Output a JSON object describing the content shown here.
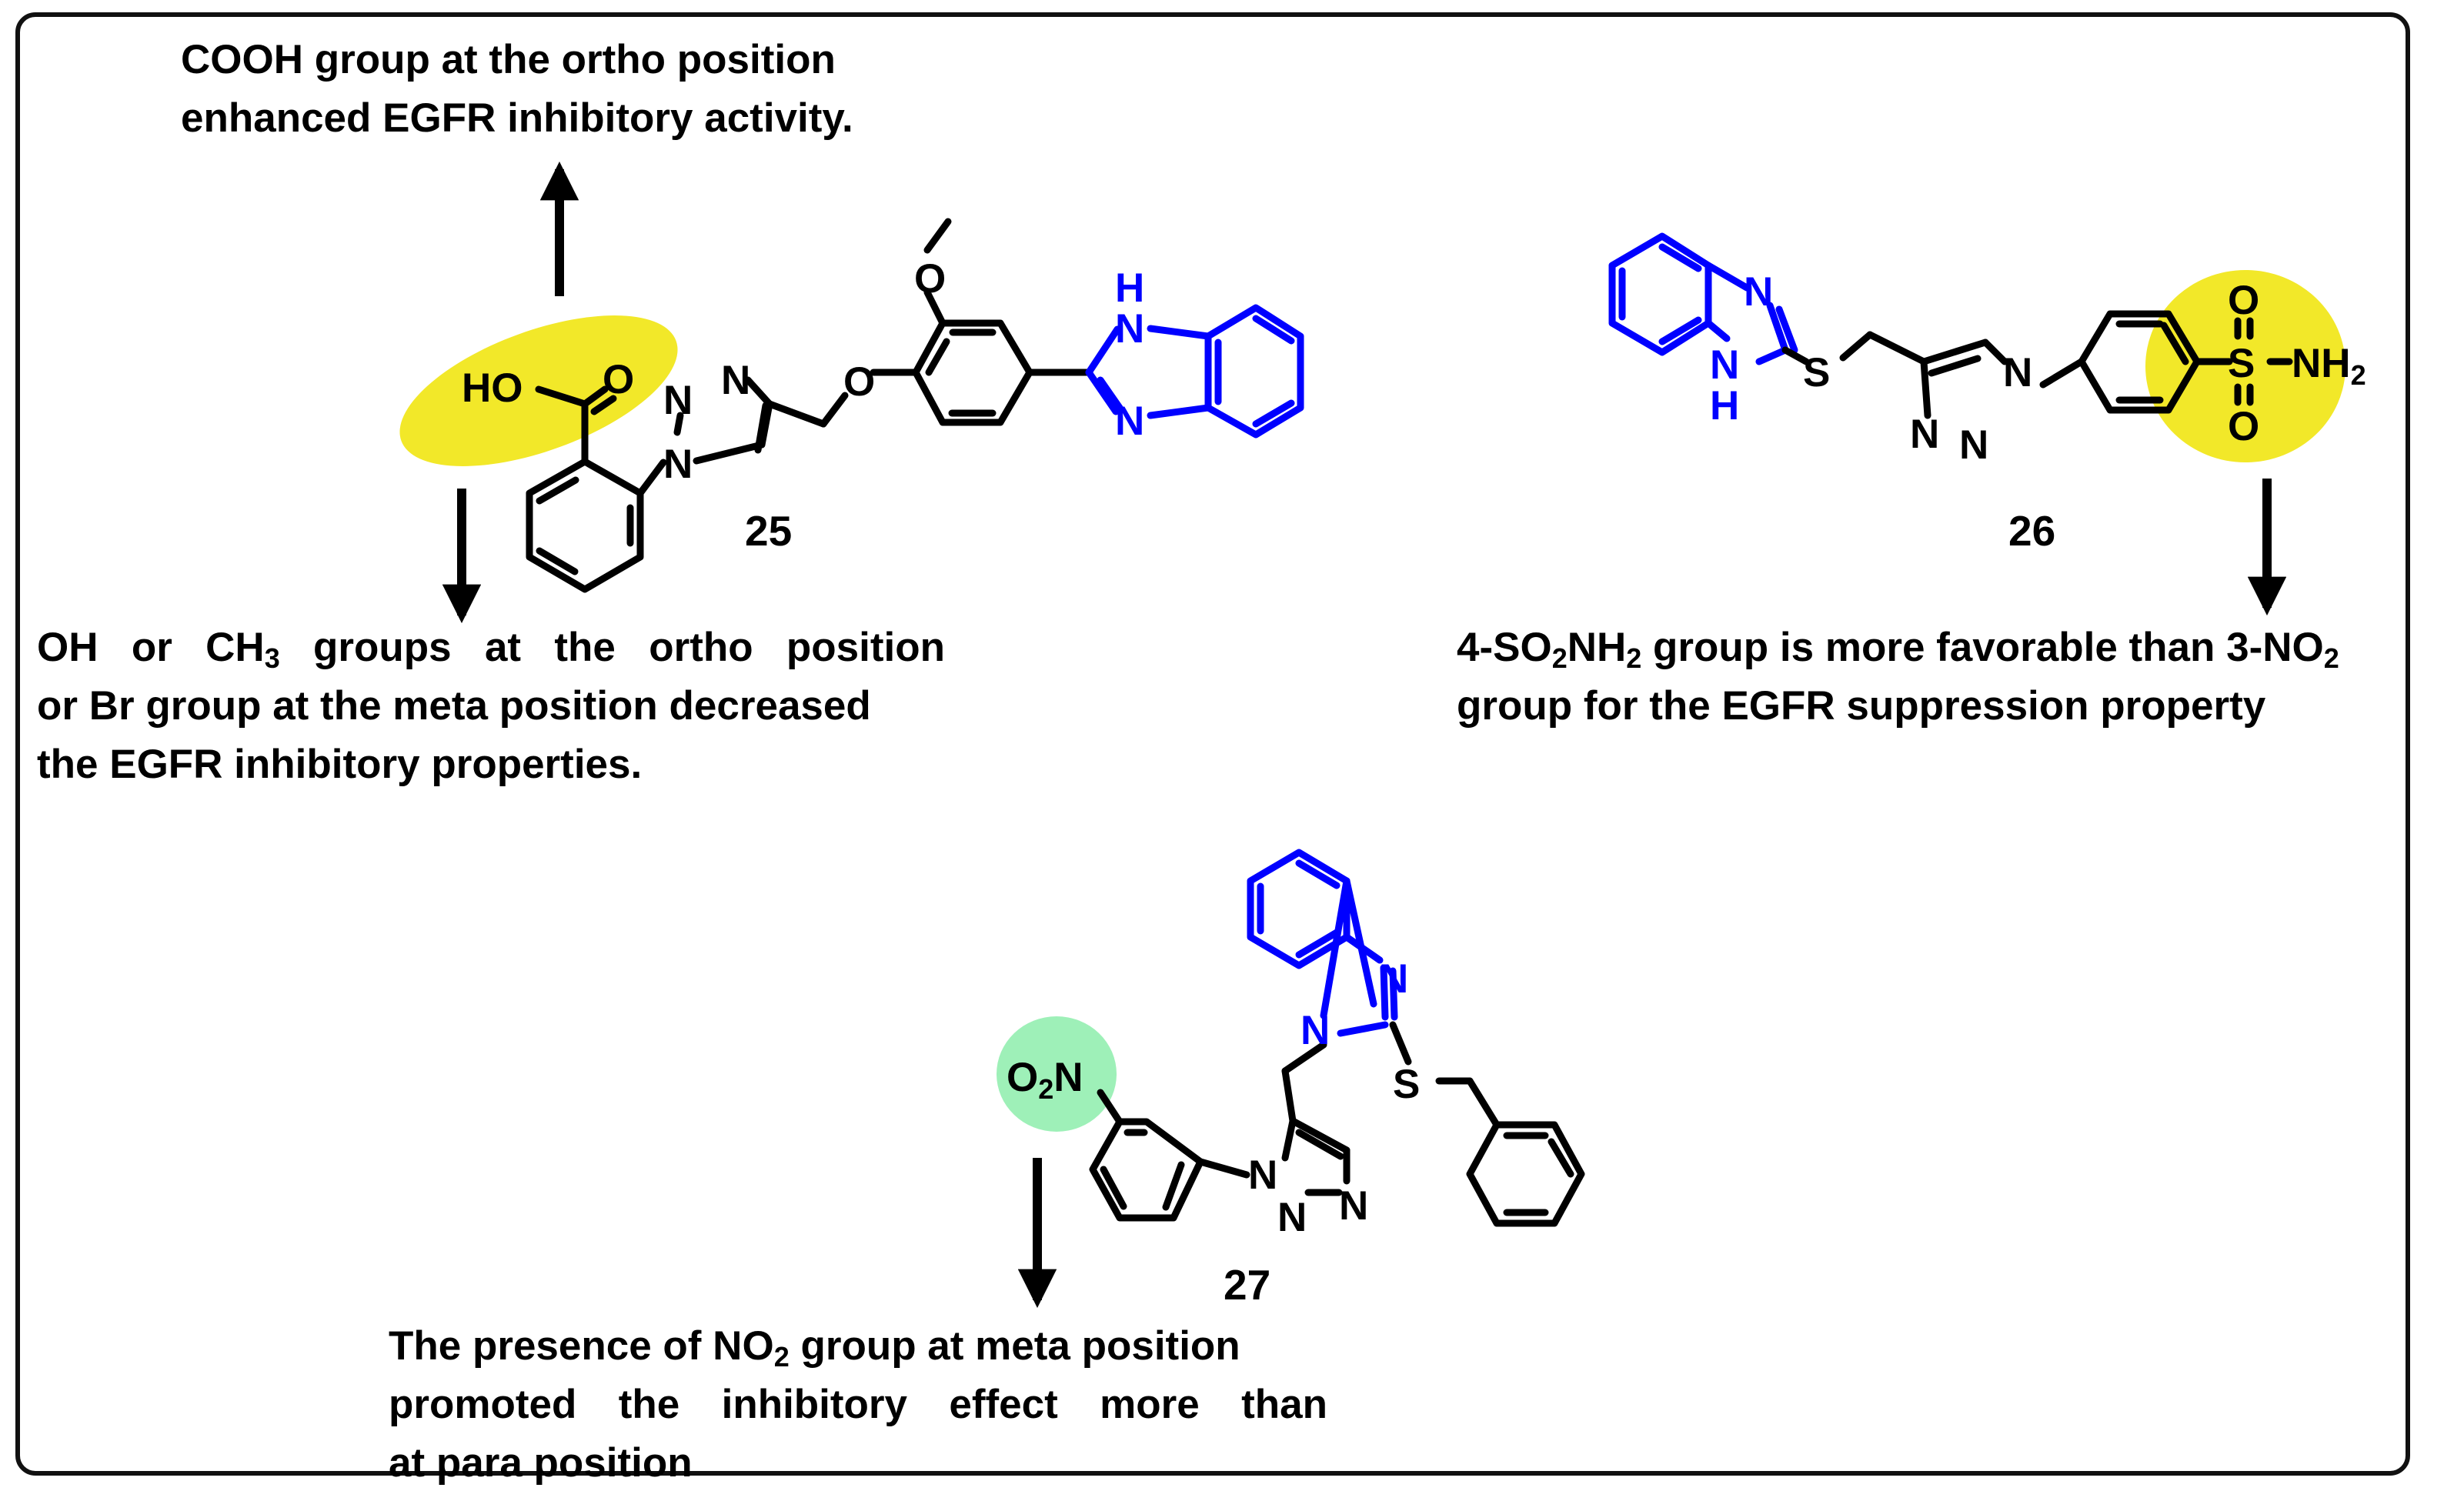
{
  "compounds": [
    {
      "id": "25"
    },
    {
      "id": "26"
    },
    {
      "id": "27"
    }
  ],
  "notes": {
    "cooh": {
      "line1": "COOH group at the ortho position",
      "line2": "enhanced EGFR inhibitory activity."
    },
    "oh": {
      "line1a": "OH or CH",
      "line1_sub": "3",
      "line1b": " groups at the ortho position",
      "line2": "or Br group at the meta position decreased",
      "line3": "the EGFR inhibitory properties."
    },
    "so2": {
      "line1a": "4-SO",
      "sub1": "2",
      "line1b": "NH",
      "sub2": "2",
      "line1c": " group is more favorable than 3-NO",
      "sub3": "2",
      "line2": "group for the EGFR suppression property"
    },
    "no2": {
      "line1a": "The presence of NO",
      "line1_sub": "2",
      "line1b": " group at meta position",
      "line2": "promoted the inhibitory effect more than",
      "line3": "at para position"
    }
  },
  "atom_labels": {
    "ho": "HO",
    "o": "O",
    "n": "N",
    "h": "H",
    "s": "S",
    "nh": "NH",
    "nh_sub": "2",
    "o2": "O",
    "o2_sub": "2"
  },
  "colors": {
    "bond": "#000000",
    "benzimidazole": "#0000ff",
    "highlight_yellow": "#f2e829",
    "highlight_green": "#9ef0b8",
    "frame": "#111111"
  },
  "icons": [
    "arrow-up-icon",
    "arrow-down-icon"
  ]
}
